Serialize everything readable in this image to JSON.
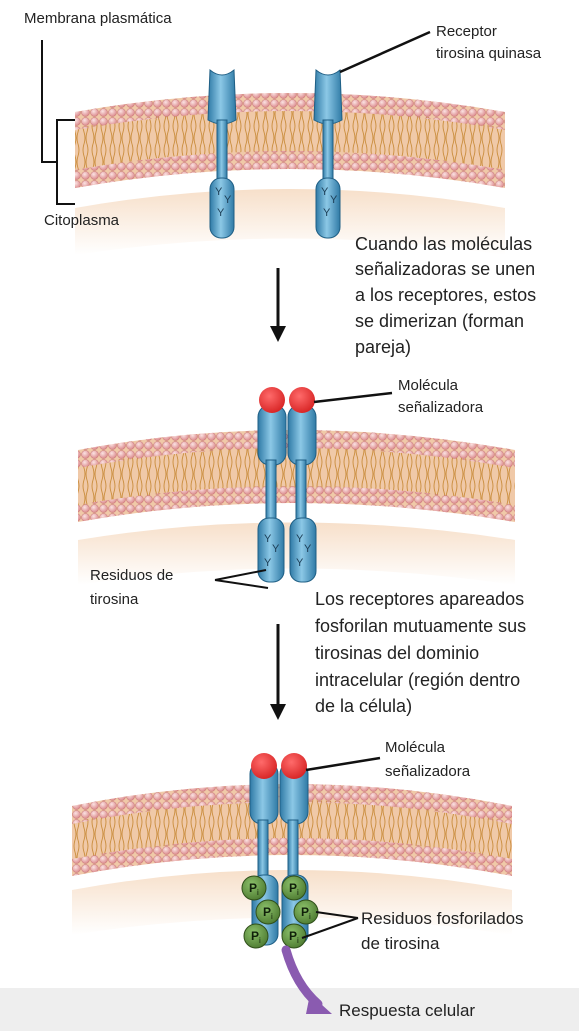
{
  "labels": {
    "membrane": "Membrana plasmática",
    "receptor_line1": "Receptor",
    "receptor_line2": "tirosina quinasa",
    "cytoplasm": "Citoplasma",
    "step1_line1": "Cuando las moléculas",
    "step1_line2": "señalizadoras se unen",
    "step1_line3": "a los receptores, estos",
    "step1_line4": "se dimerizan (forman",
    "step1_line5": "pareja)",
    "signal1_line1": "Molécula",
    "signal1_line2": "señalizadora",
    "tyrosine_line1": "Residuos de",
    "tyrosine_line2": "tirosina",
    "step2_line1": "Los receptores apareados",
    "step2_line2": "fosforilan mutuamente sus",
    "step2_line3": "tirosinas del dominio",
    "step2_line4": "intracelular (región dentro",
    "step2_line5": "de la célula)",
    "signal2_line1": "Molécula",
    "signal2_line2": "señalizadora",
    "phospho_line1": "Residuos fosforilados",
    "phospho_line2": "de tirosina",
    "response": "Respuesta celular",
    "tyr_letter": "Y",
    "phos_letter": "P",
    "phos_sub": "i"
  },
  "colors": {
    "membrane_head": "#e8a1a2",
    "membrane_tail": "#c98c3b",
    "receptor": "#5aa3c8",
    "signal": "#e53a3a",
    "phosphate": "#5f8f3e",
    "response_arrow": "#8a5bb0"
  }
}
